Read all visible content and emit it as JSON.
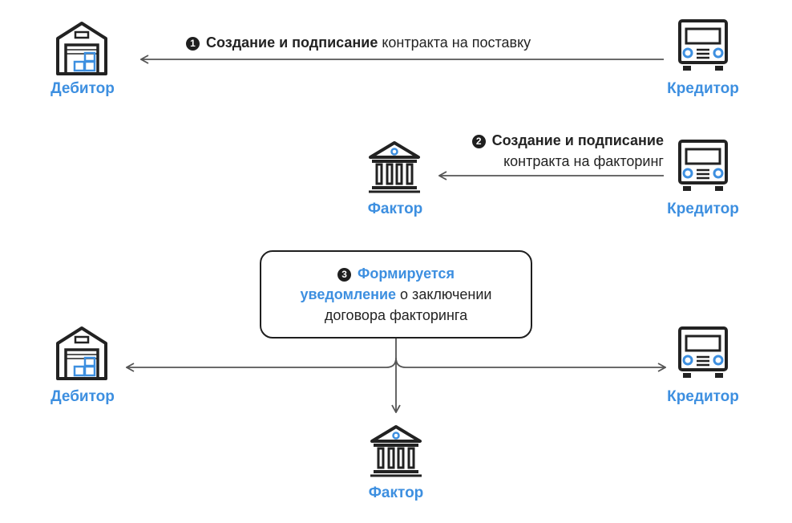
{
  "colors": {
    "accent": "#3d8fe0",
    "line": "#555555",
    "ink": "#1f1f1f"
  },
  "icons": {
    "debtor": "warehouse-icon",
    "creditor": "truck-icon",
    "factor": "bank-icon"
  },
  "parties": {
    "debtor": "Дебитор",
    "creditor": "Кредитор",
    "factor": "Фактор"
  },
  "steps": {
    "step1": {
      "number": "1",
      "bold": "Создание и подписание",
      "rest": " контракта на поставку"
    },
    "step2": {
      "number": "2",
      "bold": "Создание и подписание",
      "rest": "контракта на факторинг"
    },
    "step3": {
      "number": "3",
      "accent_line1": "Формируется",
      "accent_line2": "уведомление",
      "rest_line2": " о заключении",
      "line3": "договора факторинга"
    }
  }
}
